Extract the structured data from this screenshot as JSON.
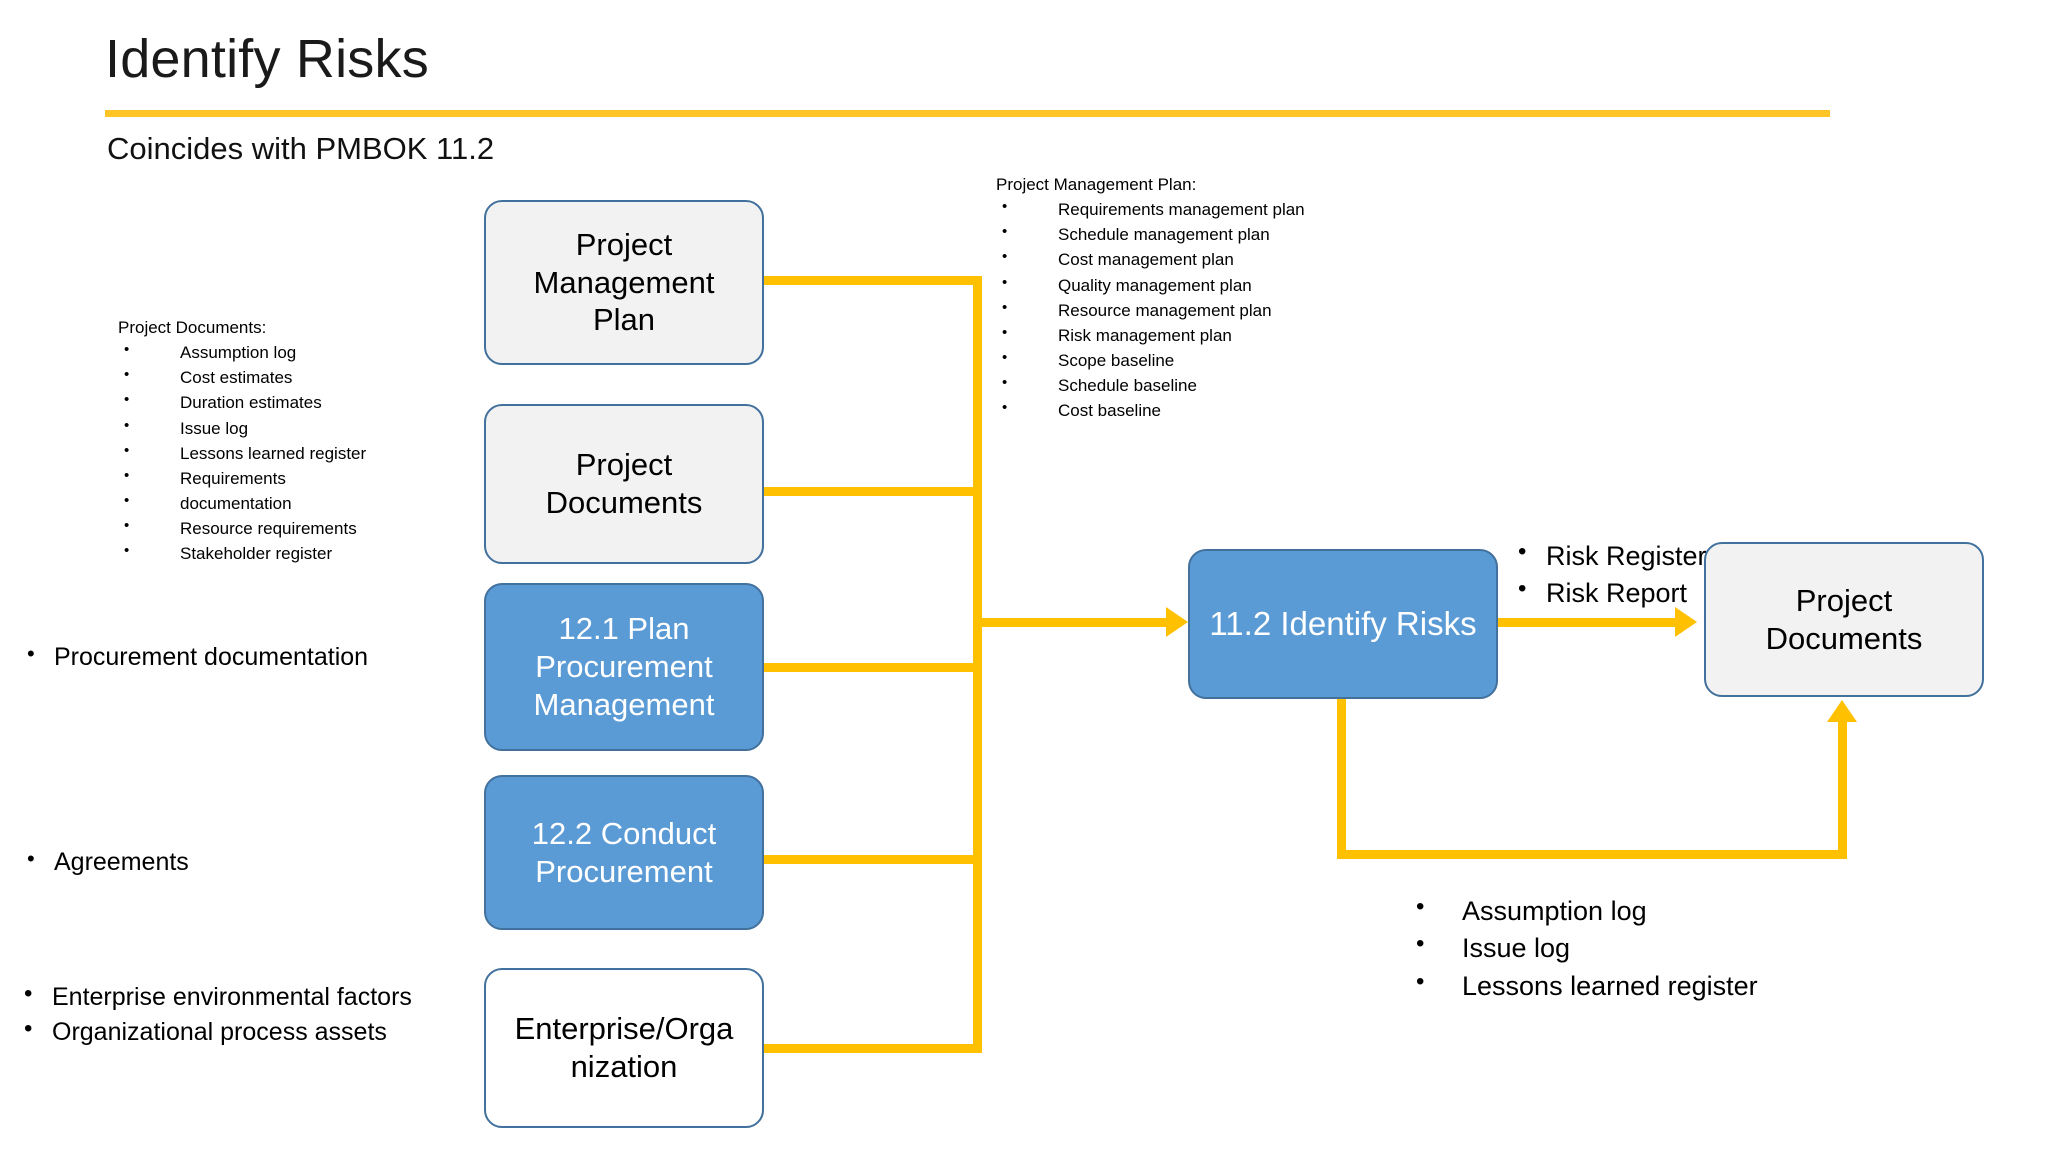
{
  "slide": {
    "title": "Identify Risks",
    "subtitle": "Coincides with PMBOK 11.2",
    "accent_color": "#FFC000",
    "rule_color": "#FFC425",
    "box_blue": "#5B9BD5",
    "box_border": "#41719C",
    "box_gray": "#F2F2F2"
  },
  "project_documents_note": {
    "heading": "Project Documents:",
    "items": [
      "Assumption log",
      "Cost estimates",
      "Duration estimates",
      "Issue log",
      "Lessons learned register",
      "Requirements",
      "documentation",
      "Resource requirements",
      "Stakeholder register"
    ]
  },
  "project_management_plan_note": {
    "heading": "Project Management Plan:",
    "items": [
      "Requirements management plan",
      "Schedule management plan",
      "Cost management plan",
      "Quality management plan",
      "Resource management plan",
      "Risk management plan",
      "Scope baseline",
      "Schedule baseline",
      "Cost baseline"
    ]
  },
  "left_bullets": {
    "procurement_documentation": "Procurement documentation",
    "agreements": "Agreements",
    "enterprise_environmental_factors": "Enterprise environmental factors",
    "organizational_process_assets": "Organizational process assets"
  },
  "input_boxes": [
    {
      "id": "project-management-plan",
      "label_lines": [
        "Project",
        "Management",
        "Plan"
      ],
      "style": "gray"
    },
    {
      "id": "project-documents",
      "label_lines": [
        "Project",
        "Documents"
      ],
      "style": "gray"
    },
    {
      "id": "plan-procurement-management",
      "label_lines": [
        "12.1 Plan",
        "Procurement",
        "Management"
      ],
      "style": "blue"
    },
    {
      "id": "conduct-procurement",
      "label_lines": [
        "12.2 Conduct",
        "Procurement"
      ],
      "style": "blue"
    },
    {
      "id": "enterprise-organization",
      "label_lines": [
        "Enterprise/Orga",
        "nization"
      ],
      "style": "white"
    }
  ],
  "process_box": {
    "label": "11.2 Identify Risks"
  },
  "output_box": {
    "label_lines": [
      "Project",
      "Documents"
    ]
  },
  "outputs": {
    "items": [
      "Risk Register",
      "Risk Report"
    ]
  },
  "feedback_updates": {
    "items": [
      "Assumption log",
      "Issue log",
      "Lessons learned register"
    ]
  }
}
